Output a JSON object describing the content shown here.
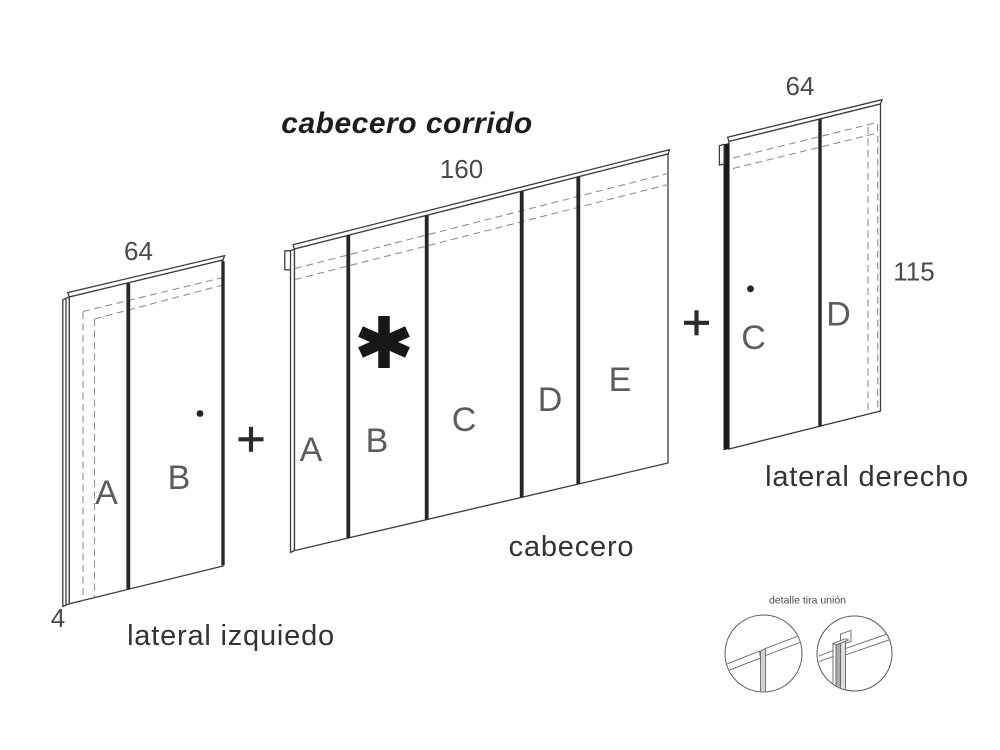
{
  "title": "cabecero corrido",
  "panels": {
    "left": {
      "caption": "lateral izquiedo",
      "width_dim": "64",
      "thickness_dim": "4",
      "slats": [
        "A",
        "B"
      ]
    },
    "center": {
      "caption": "cabecero",
      "width_dim": "160",
      "slats": [
        "A",
        "B",
        "C",
        "D",
        "E"
      ],
      "marker": "✱"
    },
    "right": {
      "caption": "lateral derecho",
      "width_dim": "64",
      "height_dim": "115",
      "slats": [
        "C",
        "D"
      ]
    }
  },
  "operators": {
    "plus": "+"
  },
  "detail": {
    "label": "detalle tira unión"
  },
  "colors": {
    "background": "#ffffff",
    "line": "#3c3c3c",
    "thick_line": "#262626",
    "dashed_line": "#8f8f8f",
    "slat_letter": "#5c5c5c",
    "dimension": "#4a4a4a",
    "caption": "#333333",
    "title": "#1d1d1d",
    "union_strip": "#1b1b1b",
    "detail_strip_gray": "#d2d2d2"
  }
}
